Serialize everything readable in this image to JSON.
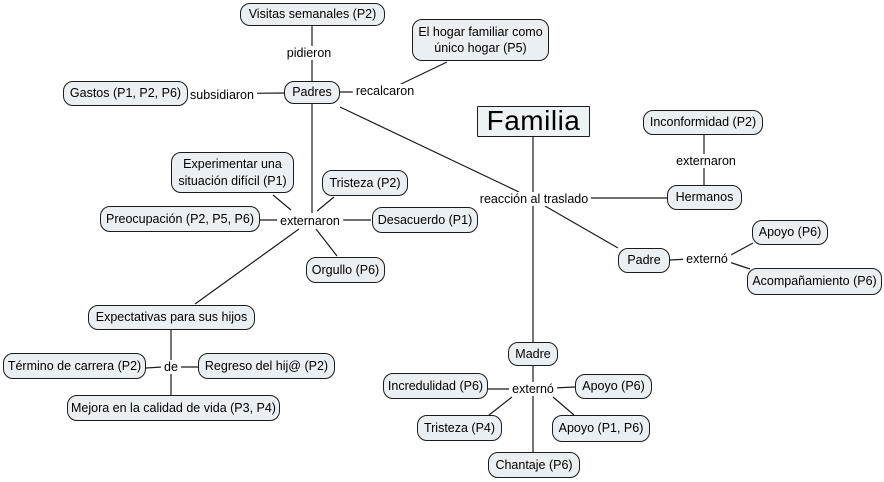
{
  "diagram": {
    "nodes": {
      "familia": {
        "label": "Familia"
      },
      "visitas": {
        "label": "Visitas semanales (P2)"
      },
      "hogar": {
        "label": "El hogar familiar como\núnico hogar (P5)"
      },
      "gastos": {
        "label": "Gastos (P1, P2, P6)"
      },
      "padres": {
        "label": "Padres"
      },
      "inconformidad": {
        "label": "Inconformidad (P2)"
      },
      "experimentar": {
        "label": "Experimentar una\nsituación difícil (P1)"
      },
      "tristeza_p2": {
        "label": "Tristeza (P2)"
      },
      "preocupacion": {
        "label": "Preocupación (P2, P5, P6)"
      },
      "desacuerdo": {
        "label": "Desacuerdo (P1)"
      },
      "hermanos": {
        "label": "Hermanos"
      },
      "orgullo": {
        "label": "Orgullo (P6)"
      },
      "padre": {
        "label": "Padre"
      },
      "apoyo_padre": {
        "label": "Apoyo (P6)"
      },
      "acompanamiento": {
        "label": "Acompañamiento (P6)"
      },
      "expectativas": {
        "label": "Expectativas para  sus hijos"
      },
      "termino": {
        "label": "Término de carrera (P2)"
      },
      "regreso": {
        "label": "Regreso del hij@ (P2)"
      },
      "mejora": {
        "label": "Mejora en la calidad de vida (P3, P4)"
      },
      "madre": {
        "label": "Madre"
      },
      "incredulidad": {
        "label": "Incredulidad (P6)"
      },
      "apoyo_madre": {
        "label": "Apoyo (P6)"
      },
      "tristeza_p4": {
        "label": "Tristeza (P4)"
      },
      "apoyo_p1_p6": {
        "label": "Apoyo (P1, P6)"
      },
      "chantaje": {
        "label": "Chantaje (P6)"
      }
    },
    "link_labels": {
      "pidieron": {
        "label": "pidieron"
      },
      "subsidiaron": {
        "label": "subsidiaron"
      },
      "recalcaron": {
        "label": "recalcaron"
      },
      "externaron_padres": {
        "label": "externaron"
      },
      "reaccion": {
        "label": "reacción al traslado"
      },
      "externaron_hermanos": {
        "label": "externaron"
      },
      "externo_padre": {
        "label": "externó"
      },
      "de": {
        "label": "de"
      },
      "externo_madre": {
        "label": "externó"
      }
    },
    "colors": {
      "background": "#ffffff",
      "node_fill": "#e9eff2",
      "node_border": "#1b1b1b",
      "connector": "#1b1b1b",
      "text": "#000000"
    }
  }
}
